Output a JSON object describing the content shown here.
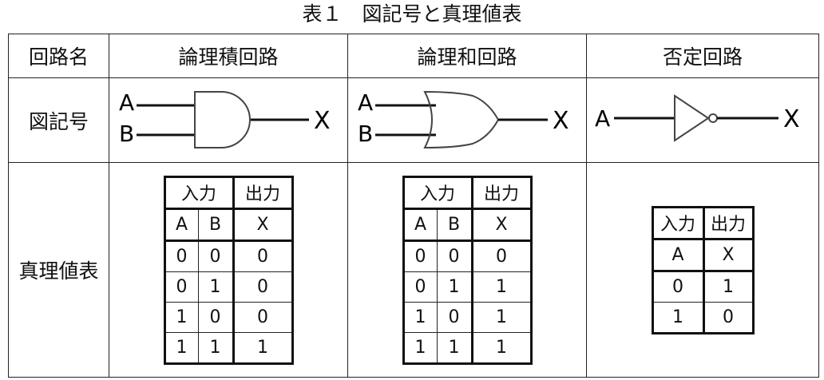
{
  "caption": "表１　図記号と真理値表",
  "headers": {
    "circuit_name": "回路名",
    "and": "論理積回路",
    "or": "論理和回路",
    "not": "否定回路"
  },
  "row_labels": {
    "symbol": "図記号",
    "truth_table": "真理値表"
  },
  "gate_labels": {
    "a": "A",
    "b": "B",
    "x": "X"
  },
  "truth_tables": {
    "and": {
      "input_label": "入力",
      "output_label": "出力",
      "columns": [
        "A",
        "B",
        "X"
      ],
      "rows": [
        [
          "0",
          "0",
          "0"
        ],
        [
          "0",
          "1",
          "0"
        ],
        [
          "1",
          "0",
          "0"
        ],
        [
          "1",
          "1",
          "1"
        ]
      ]
    },
    "or": {
      "input_label": "入力",
      "output_label": "出力",
      "columns": [
        "A",
        "B",
        "X"
      ],
      "rows": [
        [
          "0",
          "0",
          "0"
        ],
        [
          "0",
          "1",
          "1"
        ],
        [
          "1",
          "0",
          "1"
        ],
        [
          "1",
          "1",
          "1"
        ]
      ]
    },
    "not": {
      "input_label": "入力",
      "output_label": "出力",
      "columns": [
        "A",
        "X"
      ],
      "rows": [
        [
          "0",
          "1"
        ],
        [
          "1",
          "0"
        ]
      ]
    }
  }
}
